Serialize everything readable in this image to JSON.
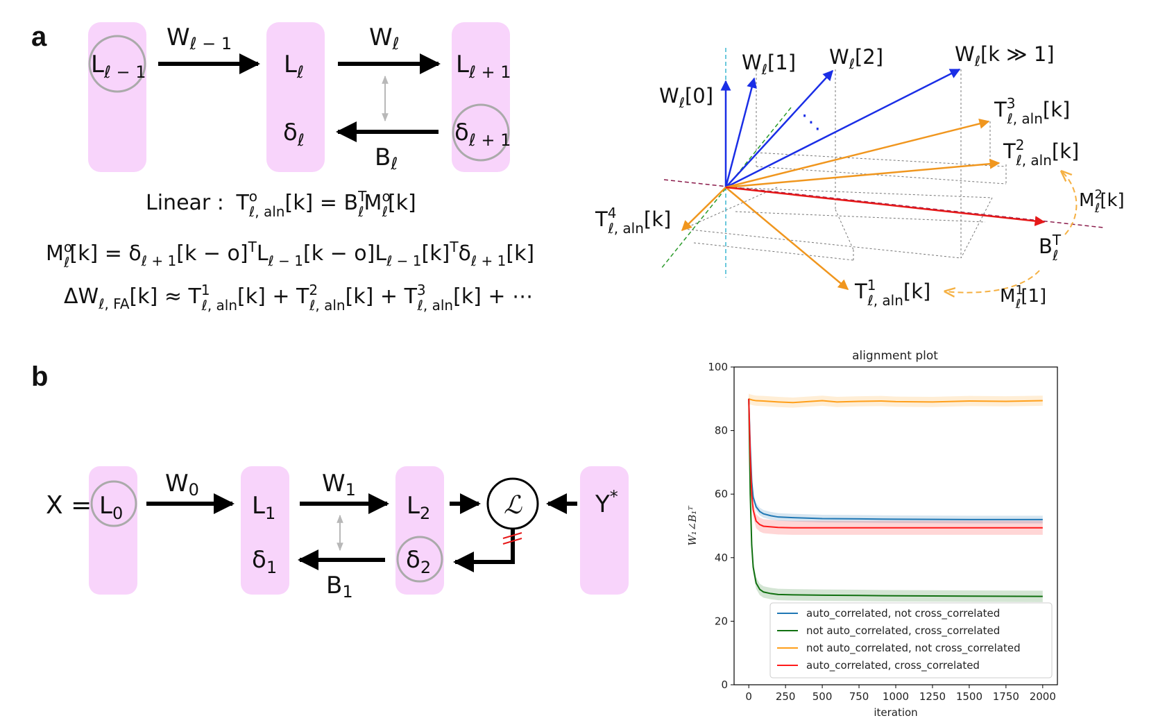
{
  "panel_a": {
    "label": "a",
    "top_layers": [
      {
        "main": "L",
        "sub": "ℓ − 1"
      },
      {
        "main": "L",
        "sub": "ℓ"
      },
      {
        "main": "L",
        "sub": "ℓ + 1"
      }
    ],
    "bottom_layers": [
      {
        "main": "δ",
        "sub": "ℓ"
      },
      {
        "main": "δ",
        "sub": "ℓ + 1"
      }
    ],
    "forward_weights": [
      {
        "main": "W",
        "sub": "ℓ − 1"
      },
      {
        "main": "W",
        "sub": "ℓ"
      }
    ],
    "feedback_weight": {
      "main": "B",
      "sub": "ℓ"
    },
    "equations": {
      "linear_label": "Linear :",
      "linear_T": "T",
      "linear_T_sup": "o",
      "linear_T_sub": "ℓ, aln",
      "linear_rhs": "[k] = B",
      "linear_rhs_sup": "T",
      "linear_rhs_sub": "ℓ",
      "linear_M": "M",
      "linear_M_sup": "o",
      "linear_M_sub": "ℓ",
      "linear_tail": "[k]",
      "m_def": "M",
      "m_def_sup": "o",
      "m_def_sub": "ℓ",
      "m_def_body1": "[k] = δ",
      "m_def_body1_sub": "ℓ + 1",
      "m_def_body2": "[k − o]",
      "m_def_body2_sup": "T",
      "m_def_body3": "L",
      "m_def_body3_sub": "ℓ − 1",
      "m_def_body4": "[k − o]L",
      "m_def_body4_sub": "ℓ − 1",
      "m_def_body5": "[k]",
      "m_def_body5_sup": "T",
      "m_def_body6": "δ",
      "m_def_body6_sub": "ℓ + 1",
      "m_def_body7": "[k]",
      "dw": "ΔW",
      "dw_sub": "ℓ, FA",
      "dw_body": "[k] ≈ T",
      "dw_t1_sup": "1",
      "dw_t1_sub": "ℓ, aln",
      "dw_plus1": "[k] + T",
      "dw_t2_sup": "2",
      "dw_t2_sub": "ℓ, aln",
      "dw_plus2": "[k] + T",
      "dw_t3_sup": "3",
      "dw_t3_sub": "ℓ, aln",
      "dw_tail": "[k] + ⋯"
    }
  },
  "vector_diagram": {
    "w_vectors": [
      "W",
      "W",
      "W",
      "W"
    ],
    "w_subs": [
      "ℓ",
      "ℓ",
      "ℓ",
      "ℓ"
    ],
    "w_args": [
      "[0]",
      "[1]",
      "[2]",
      "[k ≫ 1]"
    ],
    "t_vectors": [
      {
        "main": "T",
        "sup": "3",
        "sub": "ℓ, aln",
        "arg": "[k]"
      },
      {
        "main": "T",
        "sup": "2",
        "sub": "ℓ, aln",
        "arg": "[k]"
      },
      {
        "main": "T",
        "sup": "4",
        "sub": "ℓ, aln",
        "arg": "[k]"
      },
      {
        "main": "T",
        "sup": "1",
        "sub": "ℓ, aln",
        "arg": "[k]"
      }
    ],
    "b_label": {
      "main": "B",
      "sup": "T",
      "sub": "ℓ"
    },
    "m2_label": {
      "main": "M",
      "sup": "2",
      "sub": "ℓ",
      "arg": "[k]"
    },
    "m1_label": {
      "main": "M",
      "sup": "1",
      "sub": "ℓ",
      "arg": "[1]"
    },
    "ellipsis": "⋱",
    "colors": {
      "w": "#1a2ee6",
      "t": "#f0961e",
      "b": "#e61919"
    }
  },
  "panel_b": {
    "label": "b",
    "x_eq": "X =",
    "layers_top": [
      {
        "main": "L",
        "sub": "0"
      },
      {
        "main": "L",
        "sub": "1"
      },
      {
        "main": "L",
        "sub": "2"
      }
    ],
    "layers_bottom": [
      {
        "main": "δ",
        "sub": "1"
      },
      {
        "main": "δ",
        "sub": "2"
      }
    ],
    "weights": [
      {
        "main": "W",
        "sub": "0"
      },
      {
        "main": "W",
        "sub": "1"
      }
    ],
    "feedback": {
      "main": "B",
      "sub": "1"
    },
    "loss_symbol": "ℒ",
    "target": {
      "main": "Y",
      "sup": "*"
    }
  },
  "chart_data": {
    "type": "line",
    "title": "alignment plot",
    "xlabel": "iteration",
    "ylabel": "W₁∠B₁ᵀ",
    "xlim": [
      -100,
      2100
    ],
    "ylim": [
      0,
      100
    ],
    "xticks": [
      0,
      250,
      500,
      750,
      1000,
      1250,
      1500,
      1750,
      2000
    ],
    "yticks": [
      0,
      20,
      40,
      60,
      80,
      100
    ],
    "legend_position": "lower-right",
    "series": [
      {
        "name": "auto_correlated, not cross_correlated",
        "color": "#1f77b4",
        "x": [
          0,
          10,
          20,
          30,
          50,
          75,
          100,
          150,
          200,
          300,
          500,
          750,
          1000,
          1500,
          2000
        ],
        "values": [
          90,
          75,
          64,
          59,
          56,
          54.5,
          53.8,
          53.2,
          52.8,
          52.6,
          52.3,
          52.2,
          52.1,
          52.0,
          52.0
        ],
        "band": 1.2
      },
      {
        "name": "not auto_correlated, cross_correlated",
        "color": "#107010",
        "x": [
          0,
          10,
          20,
          30,
          50,
          75,
          100,
          150,
          200,
          300,
          500,
          750,
          1000,
          1500,
          2000
        ],
        "values": [
          90,
          60,
          44,
          37,
          32,
          30,
          29.2,
          28.7,
          28.4,
          28.3,
          28.2,
          28.1,
          28.0,
          27.9,
          27.8
        ],
        "band": 1.8
      },
      {
        "name": "not auto_correlated, not cross_correlated",
        "color": "#ff9f1a",
        "x": [
          0,
          10,
          25,
          50,
          100,
          200,
          300,
          400,
          500,
          600,
          750,
          900,
          1000,
          1250,
          1500,
          1750,
          2000
        ],
        "values": [
          90,
          89.8,
          89.6,
          89.4,
          89.3,
          89.0,
          88.8,
          89.1,
          89.4,
          89.0,
          89.2,
          89.3,
          89.1,
          89.0,
          89.3,
          89.2,
          89.4
        ],
        "band": 1.6
      },
      {
        "name": "auto_correlated, cross_correlated",
        "color": "#ff1a1a",
        "x": [
          0,
          10,
          20,
          30,
          50,
          75,
          100,
          150,
          200,
          300,
          500,
          750,
          1000,
          1500,
          2000
        ],
        "values": [
          90,
          72,
          60,
          55,
          51.5,
          50.4,
          49.9,
          49.7,
          49.5,
          49.4,
          49.4,
          49.4,
          49.4,
          49.4,
          49.4
        ],
        "band": 2.2
      }
    ]
  }
}
